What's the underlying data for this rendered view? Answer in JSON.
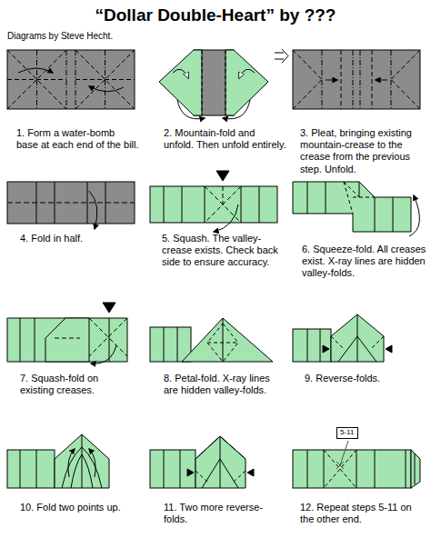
{
  "diagram": {
    "title": "“Dollar Double-Heart” by ???",
    "nodes": [
      {
        "text": [
          "5-11"
        ]
      }
    ],
    "labels": [
      "Diagrams by Steve Hecht.",
      "1. Form a water-bomb base at each end of the bill.",
      "2. Mountain-fold and unfold. Then unfold entirely.",
      "3. Pleat, bringing existing mountain-crease to the crease from the previous step. Unfold.",
      "4. Fold in half.",
      "5. Squash. The valley-crease exists. Check back side to ensure accuracy.",
      "6. Squeeze-fold. All creases exist. X-ray lines are hidden valley-folds.",
      "7. Squash-fold on existing creases.",
      "8. Petal-fold. X-ray lines are hidden valley-folds.",
      "9. Reverse-folds.",
      "10. Fold two points up.",
      "11. Two more reverse-folds.",
      "12. Repeat steps 5-11 on the other end."
    ]
  }
}
